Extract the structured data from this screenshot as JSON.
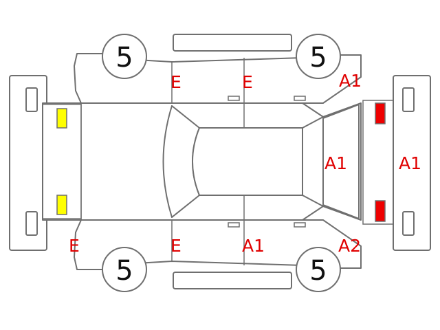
{
  "colors": {
    "outline": "#6f6f6f",
    "code_text": "#e00000",
    "lamp_front": "#ffff00",
    "lamp_rear": "#ee0000"
  },
  "tires": {
    "front_left": "5",
    "front_right": "5",
    "rear_left": "5",
    "rear_right": "5"
  },
  "codes": {
    "front_left_door": "E",
    "rear_left_door": "E",
    "rear_left_quarter": "A1",
    "rear_glass": "A1",
    "rear_bumper": "A1",
    "front_right_fender": "E",
    "front_right_door": "E",
    "rear_right_door": "A1",
    "rear_right_quarter": "A2"
  }
}
